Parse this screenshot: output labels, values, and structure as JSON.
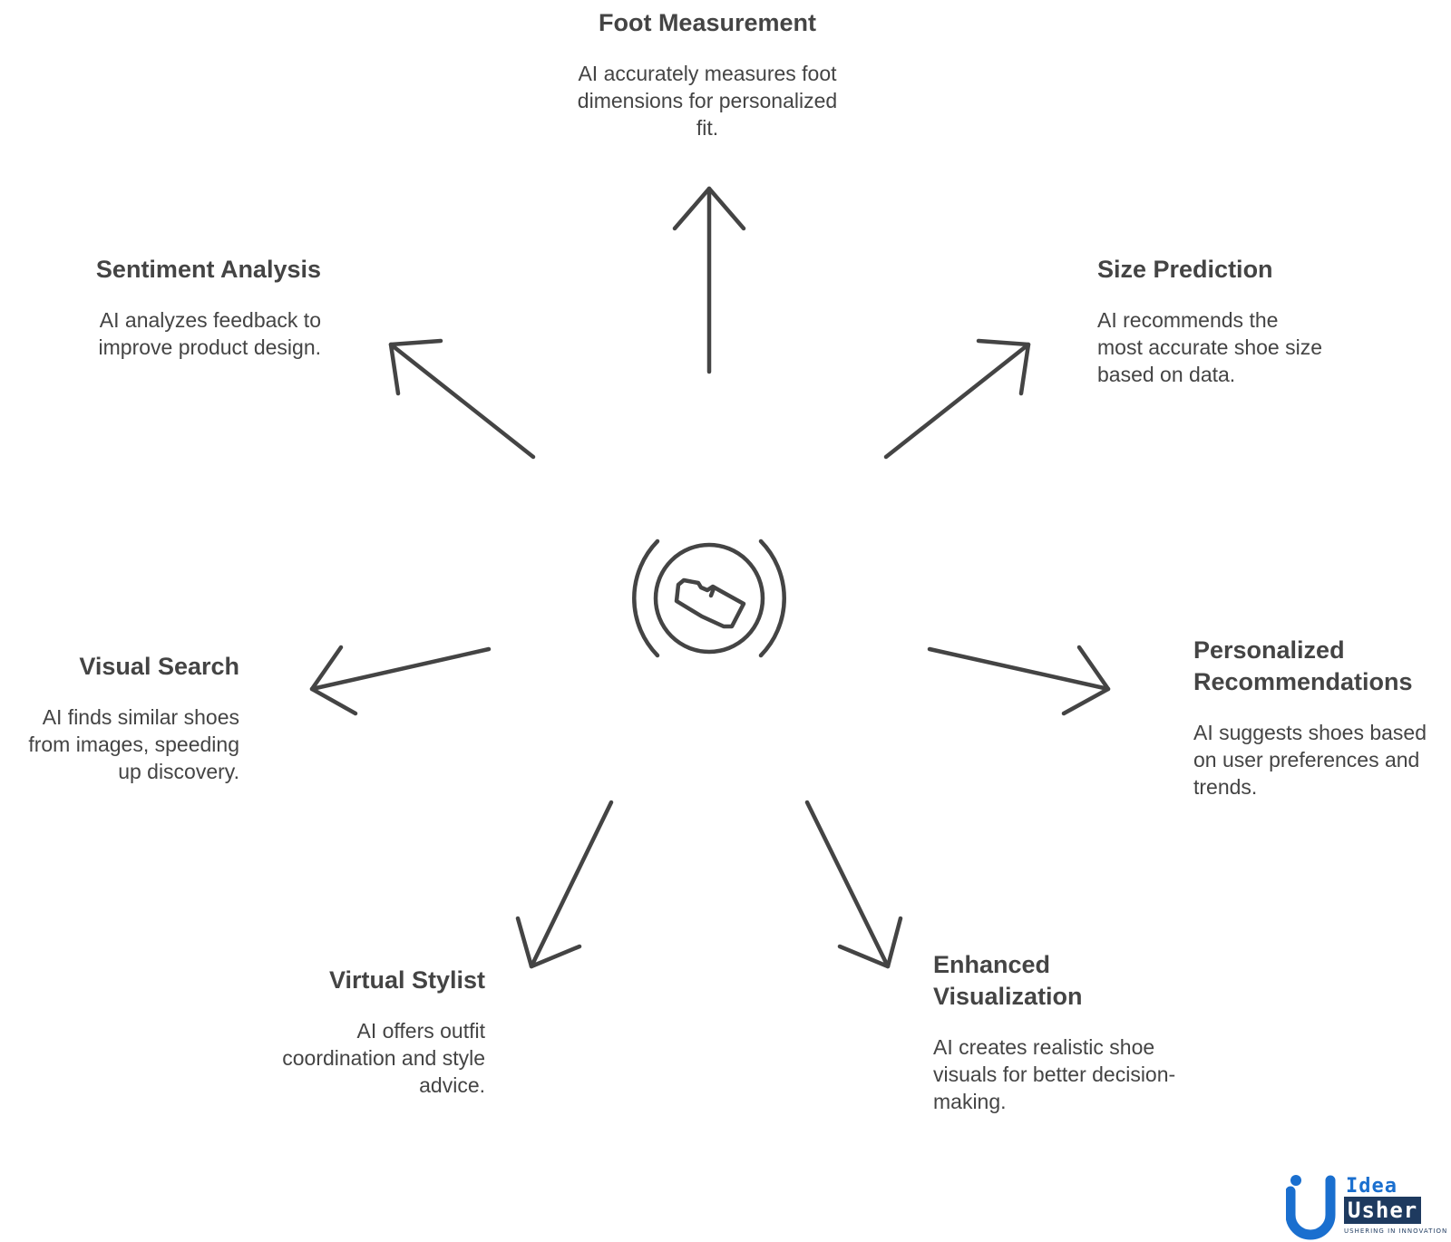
{
  "nodes": {
    "foot": {
      "title": "Foot Measurement",
      "desc": "AI accurately measures foot dimensions for personalized fit."
    },
    "sentiment": {
      "title": "Sentiment Analysis",
      "desc": "AI analyzes feedback to improve product design."
    },
    "size": {
      "title": "Size Prediction",
      "desc": "AI recommends the most accurate shoe size based on data."
    },
    "visual": {
      "title": "Visual Search",
      "desc": "AI finds similar shoes from images, speeding up discovery."
    },
    "personalized": {
      "title": "Personalized Recommendations",
      "desc": "AI suggests shoes based on user preferences and trends."
    },
    "stylist": {
      "title": "Virtual Stylist",
      "desc": "AI offers outfit coordination and style advice."
    },
    "enhanced": {
      "title": "Enhanced Visualization",
      "desc": "AI creates realistic shoe visuals for better decision-making."
    }
  },
  "center_icon": "shoe-icon",
  "colors": {
    "stroke": "#444444",
    "text": "#444444",
    "logo_blue": "#1a6fcf",
    "logo_navy": "#1e3a5f"
  },
  "logo": {
    "top_word": "Idea",
    "bottom_word": "Usher",
    "tagline": "USHERING IN INNOVATION"
  }
}
